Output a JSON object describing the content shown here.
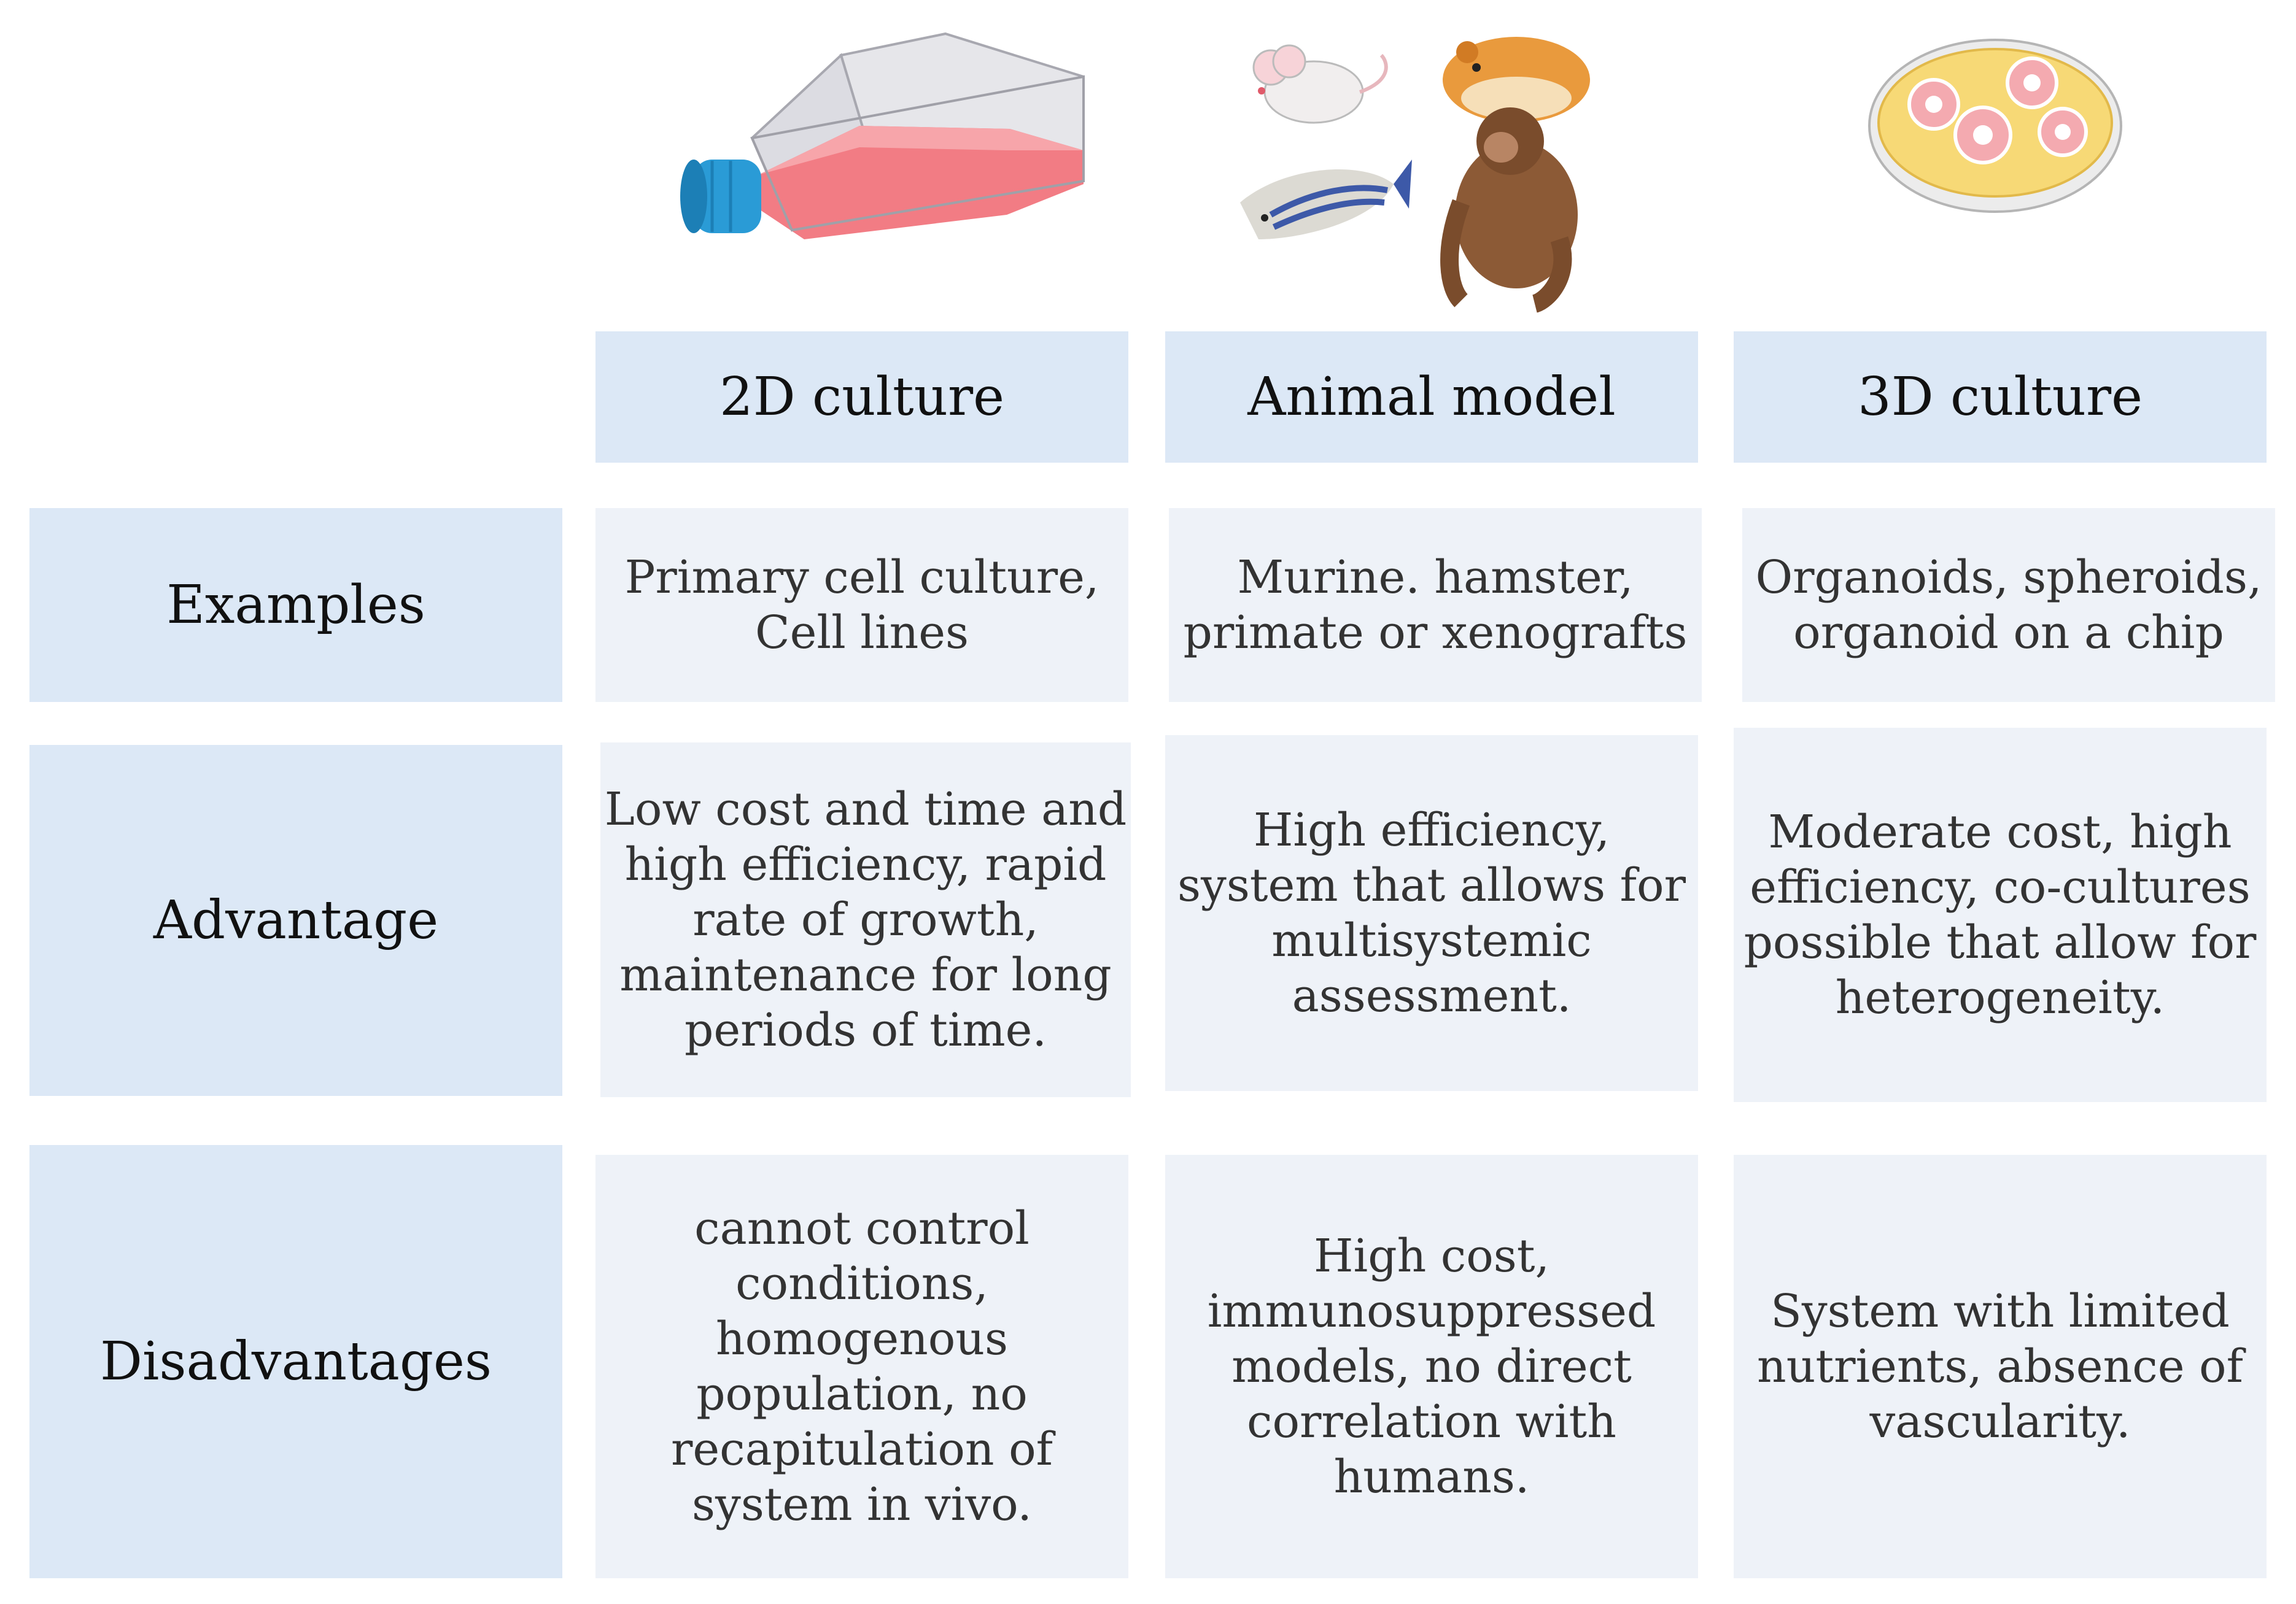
{
  "columns": [
    {
      "label": "2D culture",
      "icon": "cell-culture-flask-icon"
    },
    {
      "label": "Animal model",
      "icon": "lab-animals-icon"
    },
    {
      "label": "3D culture",
      "icon": "petri-dish-organoids-icon"
    }
  ],
  "rows": [
    {
      "label": "Examples",
      "cells": [
        "Primary cell culture,\nCell lines",
        "Murine. hamster,\nprimate or xenografts",
        "Organoids, spheroids,\norganoid on a chip"
      ]
    },
    {
      "label": "Advantage",
      "cells": [
        "Low cost and time and\nhigh efficiency, rapid\nrate of growth,\nmaintenance for long\nperiods of time.",
        "High efficiency,\nsystem that allows for\nmultisystemic\nassessment.",
        "Moderate cost, high\nefficiency, co-cultures\npossible that allow for\nheterogeneity."
      ]
    },
    {
      "label": "Disadvantages",
      "cells": [
        "cannot control\nconditions,\nhomogenous\npopulation, no\nrecapitulation of\nsystem in vivo.",
        "High cost,\nimmunosuppressed\nmodels, no direct\ncorrelation with\nhumans.",
        "System with limited\nnutrients, absence of\nvascularity."
      ]
    }
  ],
  "colors": {
    "header_fill": "#dce8f6",
    "cell_fill": "#eef2f8",
    "flask_medium": "#f27c84",
    "flask_cap": "#2a9bd6",
    "dish_medium": "#f7d976"
  }
}
